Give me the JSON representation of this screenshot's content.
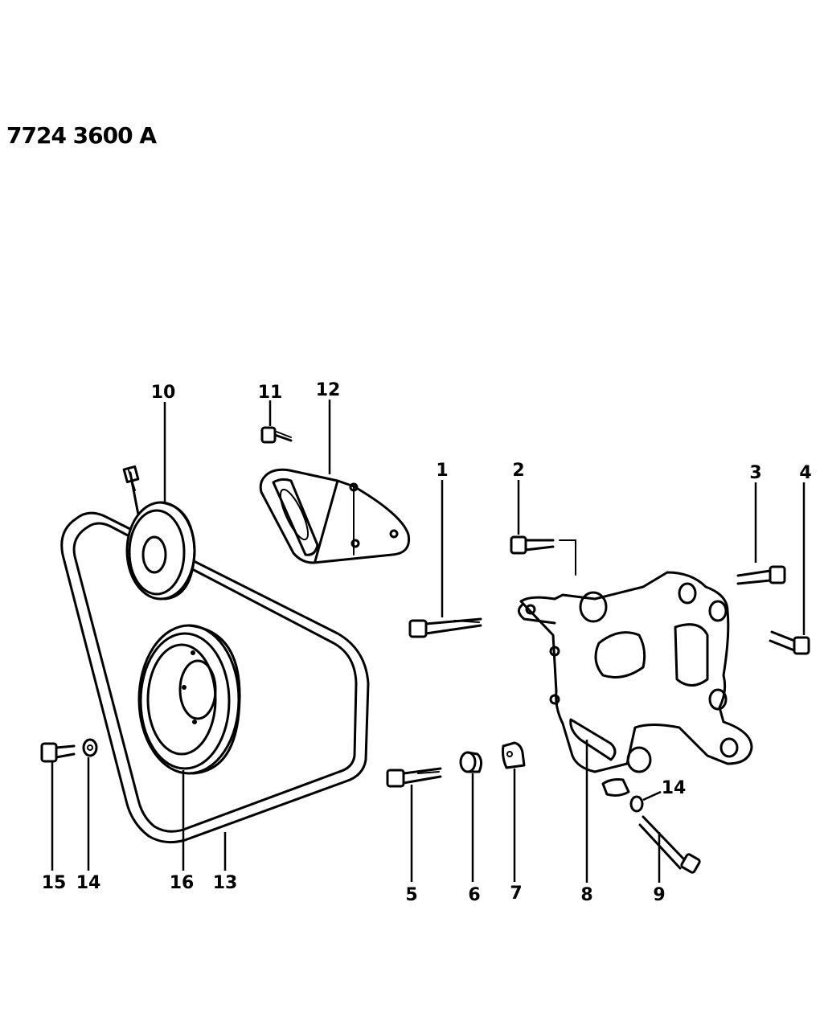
{
  "header": {
    "diagram_code": "7724 3600 A"
  },
  "callouts": [
    {
      "id": "c1",
      "text": "1"
    },
    {
      "id": "c2",
      "text": "2"
    },
    {
      "id": "c3",
      "text": "3"
    },
    {
      "id": "c4",
      "text": "4"
    },
    {
      "id": "c5",
      "text": "5"
    },
    {
      "id": "c6",
      "text": "6"
    },
    {
      "id": "c7",
      "text": "7"
    },
    {
      "id": "c8",
      "text": "8"
    },
    {
      "id": "c9",
      "text": "9"
    },
    {
      "id": "c10",
      "text": "10"
    },
    {
      "id": "c11",
      "text": "11"
    },
    {
      "id": "c12",
      "text": "12"
    },
    {
      "id": "c13",
      "text": "13"
    },
    {
      "id": "c14a",
      "text": "14"
    },
    {
      "id": "c14b",
      "text": "14"
    },
    {
      "id": "c15",
      "text": "15"
    },
    {
      "id": "c16",
      "text": "16"
    }
  ]
}
